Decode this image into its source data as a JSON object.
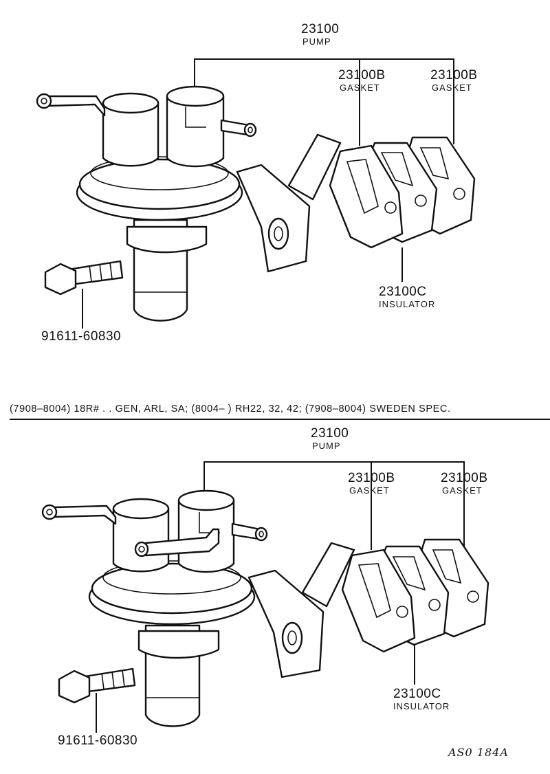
{
  "diagrams": [
    {
      "pump": {
        "part_no": "23100",
        "name": "PUMP"
      },
      "gasket_left": {
        "part_no": "23100B",
        "name": "GASKET"
      },
      "gasket_right": {
        "part_no": "23100B",
        "name": "GASKET"
      },
      "insulator": {
        "part_no": "23100C",
        "name": "INSULATOR"
      },
      "bolt": {
        "part_no": "91611-60830"
      }
    },
    {
      "pump": {
        "part_no": "23100",
        "name": "PUMP"
      },
      "gasket_left": {
        "part_no": "23100B",
        "name": "GASKET"
      },
      "gasket_right": {
        "part_no": "23100B",
        "name": "GASKET"
      },
      "insulator": {
        "part_no": "23100C",
        "name": "INSULATOR"
      },
      "bolt": {
        "part_no": "91611-60830"
      }
    }
  ],
  "applicability_caption": "(7908–8004) 18R# . . GEN, ARL, SA;  (8004–          ) RH22, 32, 42;  (7908–8004) SWEDEN  SPEC.",
  "illustration_code": "AS0 184A",
  "colors": {
    "ink": "#111111",
    "paper": "#ffffff"
  }
}
